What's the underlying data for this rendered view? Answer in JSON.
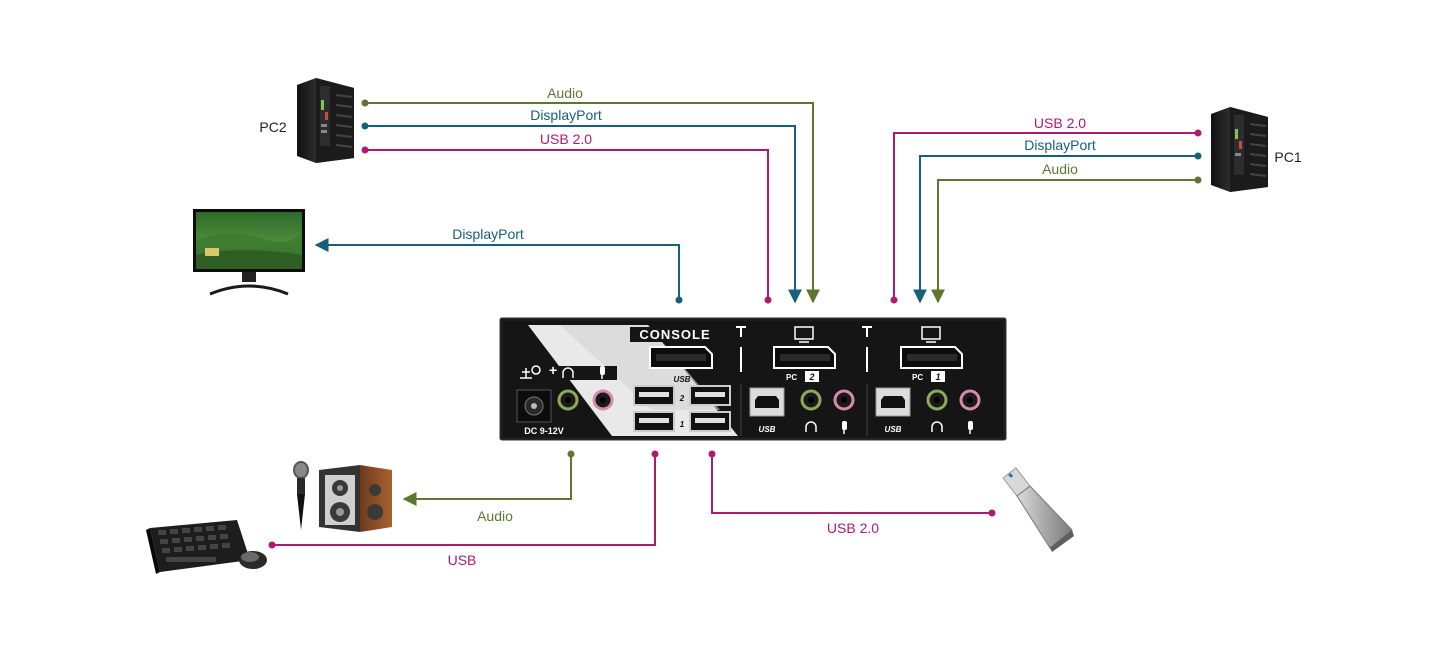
{
  "colors": {
    "audio": "#5f7630",
    "displayport": "#15607a",
    "usb": "#b01a6e",
    "background": "#ffffff"
  },
  "devices": {
    "pc1": "PC1",
    "pc2": "PC2"
  },
  "connections": {
    "pc2_audio": "Audio",
    "pc2_displayport": "DisplayPort",
    "pc2_usb": "USB 2.0",
    "pc1_usb": "USB 2.0",
    "pc1_displayport": "DisplayPort",
    "pc1_audio": "Audio",
    "monitor_displayport": "DisplayPort",
    "speaker_audio": "Audio",
    "keyboard_usb": "USB",
    "flash_usb": "USB 2.0"
  },
  "panel": {
    "console": "CONSOLE",
    "usb_console": "USB",
    "port_2": "2",
    "port_1": "1",
    "pc2_label": "PC",
    "pc2_num": "2",
    "pc1_label": "PC",
    "pc1_num": "1",
    "usb_b_pc2": "USB",
    "usb_b_pc1": "USB",
    "dc_label": "DC  9-12V",
    "power_plus": "+"
  },
  "icons": [
    "computer-tower-icon",
    "monitor-icon",
    "speaker-icon",
    "microphone-icon",
    "keyboard-icon",
    "mouse-icon",
    "usb-flash-drive-icon",
    "headphone-icon",
    "display-icon"
  ]
}
